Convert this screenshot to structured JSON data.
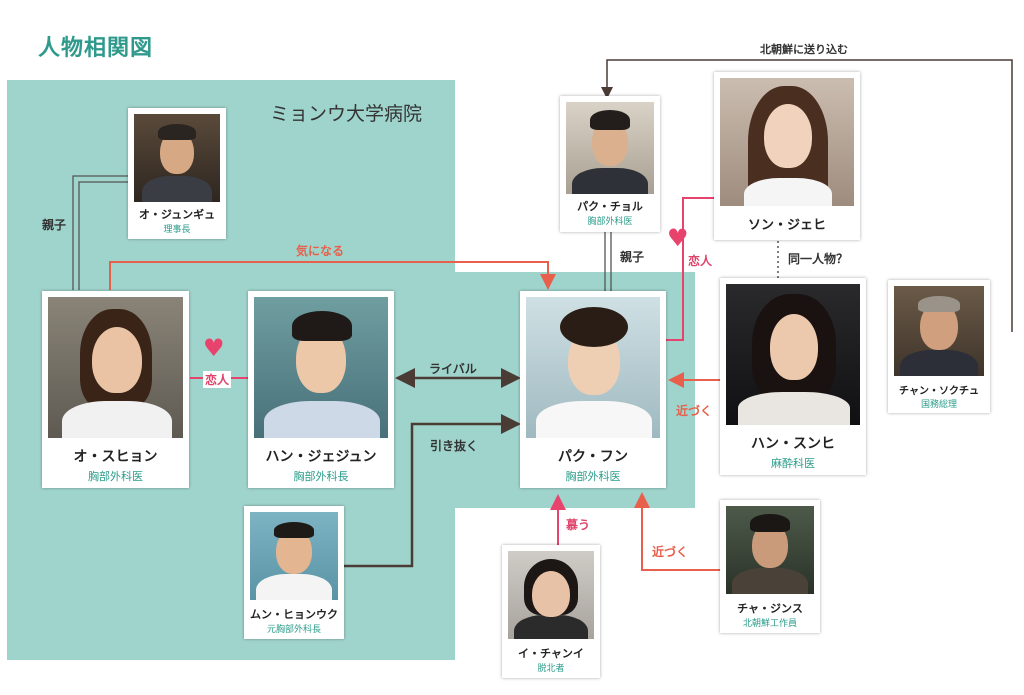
{
  "title": "人物相関図",
  "hospital": "ミョンウ大学病院",
  "colors": {
    "zone": "#9fd4cc",
    "accent": "#e8604b",
    "heart": "#e8436d",
    "role": "#2a9c8a",
    "dark": "#4a3b35"
  },
  "people": {
    "oh_junggyu": {
      "name": "オ・ジュンギュ",
      "role": "理事長"
    },
    "oh_suhyun": {
      "name": "オ・スヒョン",
      "role": "胸部外科医"
    },
    "han_jaejun": {
      "name": "ハン・ジェジュン",
      "role": "胸部外科長"
    },
    "moon_hyunwook": {
      "name": "ムン・ヒョンウク",
      "role": "元胸部外科長"
    },
    "park_chul": {
      "name": "パク・チョル",
      "role": "胸部外科医"
    },
    "park_hoon": {
      "name": "パク・フン",
      "role": "胸部外科医"
    },
    "song_jaehee": {
      "name": "ソン・ジェヒ",
      "role": ""
    },
    "han_seunghee": {
      "name": "ハン・スンヒ",
      "role": "麻酔科医"
    },
    "jang_sukjoo": {
      "name": "チャン・ソクチュ",
      "role": "国務総理"
    },
    "lee_chaeyi": {
      "name": "イ・チャンイ",
      "role": "脱北者"
    },
    "cha_jinsu": {
      "name": "チャ・ジンス",
      "role": "北朝鮮工作員"
    }
  },
  "relations": {
    "oyako_left": "親子",
    "oyako_right": "親子",
    "kininaru": "気になる",
    "koibito_left": "恋人",
    "koibito_right": "恋人",
    "rival": "ライバル",
    "hikinuku": "引き抜く",
    "douitsu": "同一人物？",
    "chikazuku_1": "近づく",
    "chikazuku_2": "近づく",
    "shitau": "慕う",
    "kitachosen": "北朝鮮に送り込む"
  }
}
